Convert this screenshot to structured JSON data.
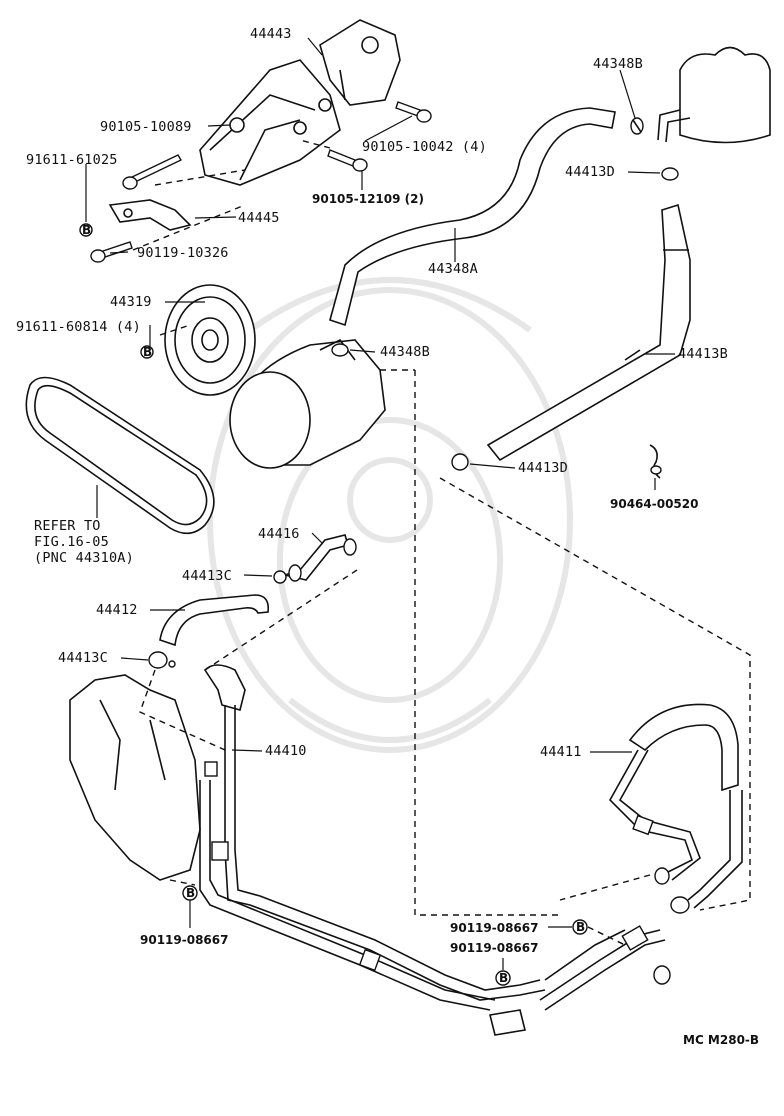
{
  "diagram": {
    "labels": {
      "p44443": "44443",
      "p90105_10089": "90105-10089",
      "p91611_61025": "91611-61025",
      "p44445": "44445",
      "p90119_10326": "90119-10326",
      "p90105_10042": "90105-10042 (4)",
      "p90105_12109": "90105-12109 (2)",
      "p44348B_top": "44348B",
      "p44413D_top": "44413D",
      "p44348A": "44348A",
      "p44319": "44319",
      "p91611_60814": "91611-60814 (4)",
      "p44348B_mid": "44348B",
      "p44413B": "44413B",
      "p44413D_mid": "44413D",
      "p90464_00520": "90464-00520",
      "refer_line1": "REFER TO",
      "refer_line2": "FIG.16-05",
      "refer_line3": "(PNC 44310A)",
      "p44416": "44416",
      "p44413C_a": "44413C",
      "p44412": "44412",
      "p44413C_b": "44413C",
      "p44410": "44410",
      "p44411": "44411",
      "p90119_08667_a": "90119-08667",
      "p90119_08667_b": "90119-08667",
      "p90119_08667_c": "90119-08667",
      "marker_b": "B",
      "figure_code": "MC M280-B"
    }
  }
}
